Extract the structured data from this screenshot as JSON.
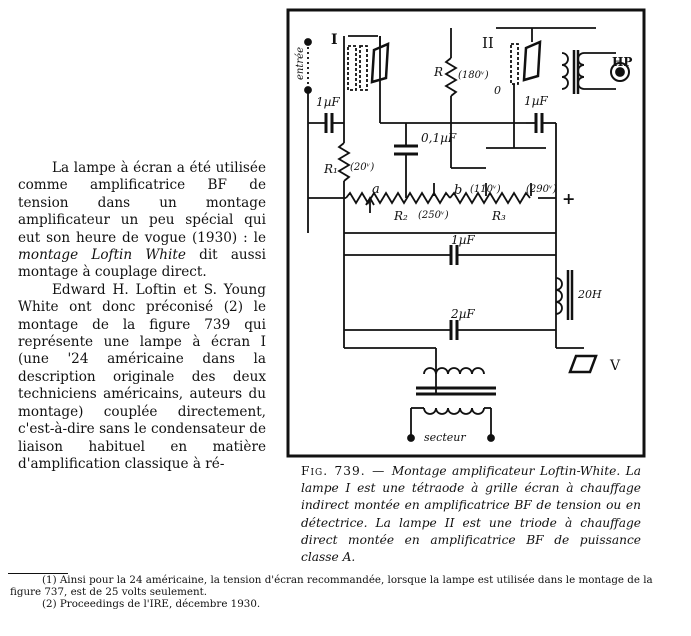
{
  "body_text": {
    "p1_start": "La lampe à écran a été utilisée comme amplificatrice BF de tension dans un montage amplificateur un peu spécial qui eut son heure de vogue (1930) : le ",
    "p1_italic": "montage Loftin White",
    "p1_end": " dit aussi montage à couplage direct.",
    "p2": "Edward H. Loftin et S. Young White ont donc préconisé (2) le montage de la figure 739 qui représente une lampe à écran I (une '24 américaine dans la description originale des deux techniciens américains, auteurs du montage) couplée directement, c'est-à-dire sans le condensateur de liaison habituel en matière d'amplification classique à ré-"
  },
  "figure": {
    "labels": {
      "entree": "entrée",
      "lamp_1": "I",
      "lamp_2": "II",
      "hp": "HP",
      "c1": "1µF",
      "c2": "0,1µF",
      "c3": "1µF",
      "c4": "1µF",
      "c5": "2µF",
      "r": "R",
      "r_val": "(180ᵛ)",
      "r1": "R₁",
      "r1_val": "(20ᵛ)",
      "r2": "R₂",
      "r2_val": "(250ᵛ)",
      "r3": "R₃",
      "v110": "(110ᵛ)",
      "v290": "(290ᵛ)",
      "point_a": "a",
      "point_b": "b",
      "plus": "+",
      "zero": "0",
      "choke": "20H",
      "v": "V",
      "secteur": "secteur"
    }
  },
  "caption": {
    "label": "Fig. 739. — ",
    "text": "Montage amplificateur Loftin-White. La lampe I est une tétraode à grille écran à chauffage indirect montée en amplificatrice BF de tension ou en détectrice. La lampe II est une triode à chauffage direct montée en amplificatrice BF de puissance classe A."
  },
  "footnotes": {
    "fn1": "(1) Ainsi pour la 24 américaine, la tension d'écran recommandée, lorsque la lampe est utilisée dans le montage de la figure 737, est de 25 volts seulement.",
    "fn2": "(2) Proceedings de l'IRE, décembre 1930."
  }
}
